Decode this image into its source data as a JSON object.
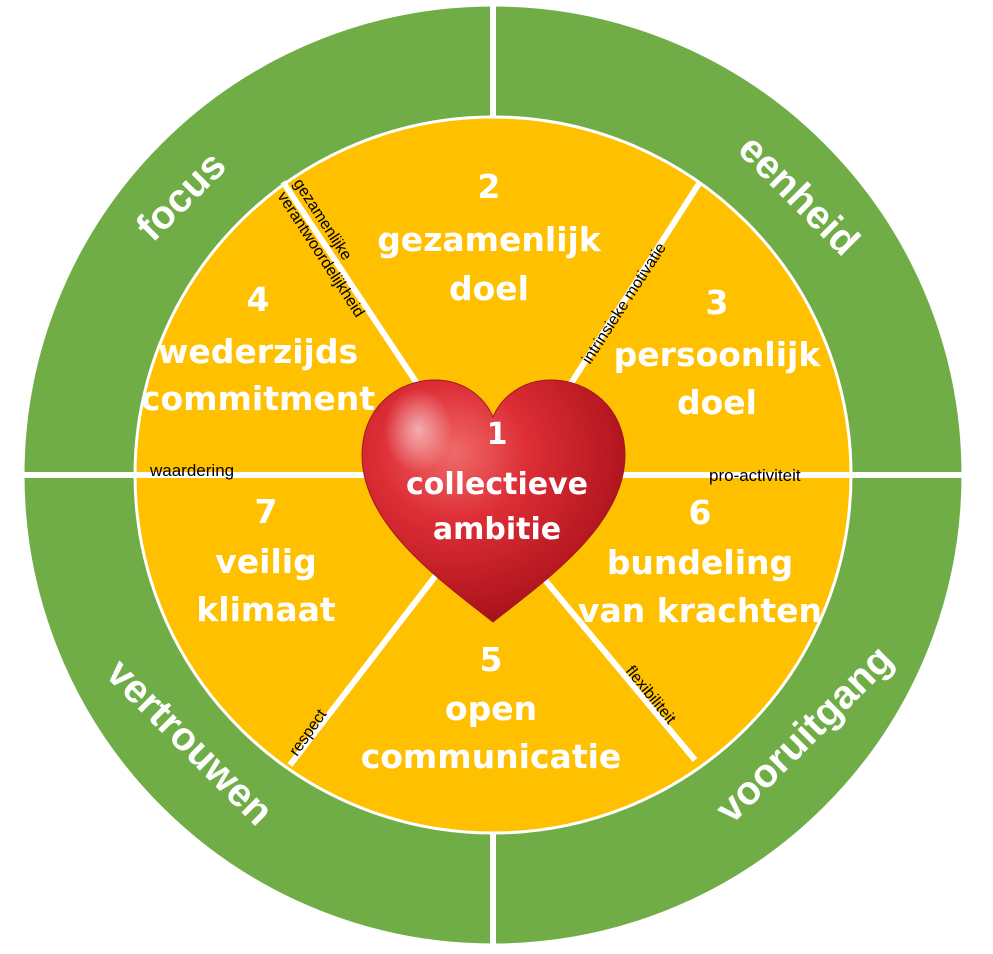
{
  "colors": {
    "outer_ring": "#70ad47",
    "inner_disc": "#ffc000",
    "heart": "#c0202a",
    "separator": "#ffffff"
  },
  "outer_ring": {
    "focus": "focus",
    "eenheid": "eenheid",
    "vertrouwen": "vertrouwen",
    "vooruitgang": "vooruitgang"
  },
  "center": {
    "number": "1",
    "line1": "collectieve",
    "line2": "ambitie"
  },
  "segments": {
    "s2": {
      "number": "2",
      "line1": "gezamenlijk",
      "line2": "doel"
    },
    "s3": {
      "number": "3",
      "line1": "persoonlijk",
      "line2": "doel"
    },
    "s4": {
      "number": "4",
      "line1": "wederzijds",
      "line2": "commitment"
    },
    "s5": {
      "number": "5",
      "line1": "open",
      "line2": "communicatie"
    },
    "s6": {
      "number": "6",
      "line1": "bundeling",
      "line2": "van krachten"
    },
    "s7": {
      "number": "7",
      "line1": "veilig",
      "line2": "klimaat"
    }
  },
  "dividers": {
    "gezamenlijke": "gezamenlijke",
    "verantwoordelijkheid": "verantwoordelijkheid",
    "intrinsieke_motivatie": "intrinsieke motivatie",
    "waardering": "waardering",
    "pro_activiteit": "pro-activiteit",
    "respect": "respect",
    "flexibiliteit": "flexibiliteit"
  }
}
